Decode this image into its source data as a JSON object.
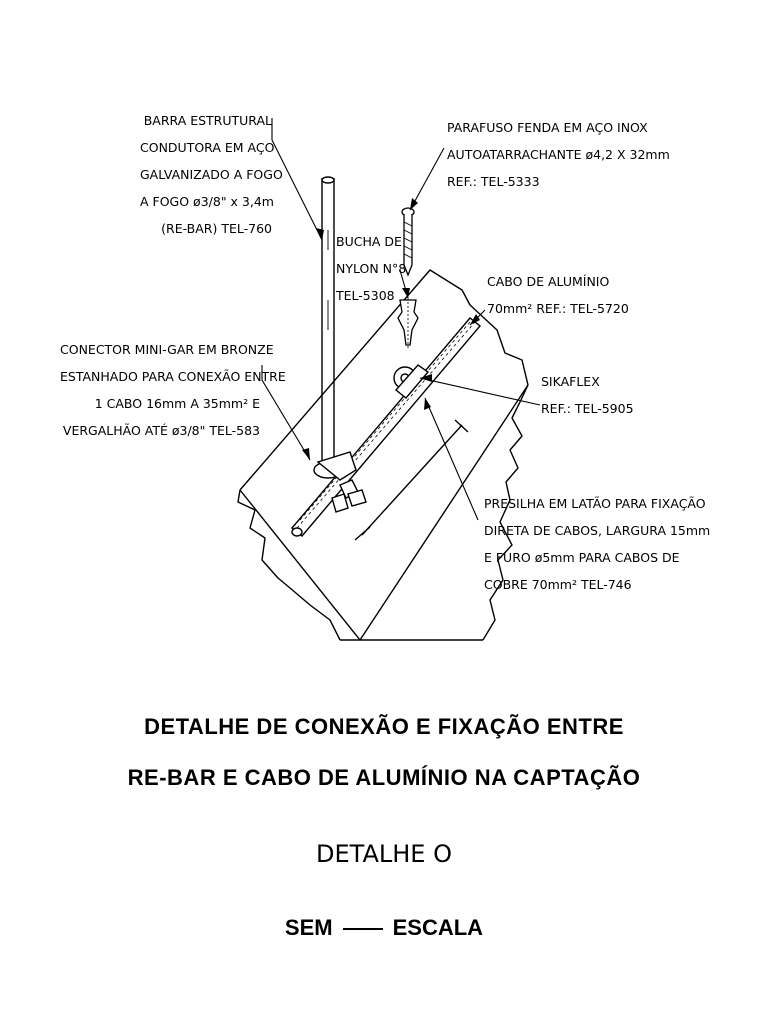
{
  "callouts": {
    "barra": [
      "BARRA ESTRUTURAL",
      "CONDUTORA EM AÇO",
      "GALVANIZADO A FOGO",
      "A FOGO ø3/8\" x 3,4m",
      "(RE-BAR) TEL-760"
    ],
    "parafuso": [
      "PARAFUSO FENDA EM AÇO INOX",
      "AUTOATARRACHANTE ø4,2 X 32mm",
      "REF.: TEL-5333"
    ],
    "bucha": [
      "BUCHA DE",
      "NYLON N°8",
      "TEL-5308"
    ],
    "cabo": [
      "CABO DE ALUMÍNIO",
      "70mm² REF.: TEL-5720"
    ],
    "conector": [
      "CONECTOR MINI-GAR EM BRONZE",
      "ESTANHADO PARA CONEXÃO ENTRE",
      "1 CABO 16mm A 35mm² E",
      "VERGALHÃO ATÉ ø3/8\" TEL-583"
    ],
    "sikaflex": [
      "SIKAFLEX",
      "REF.: TEL-5905"
    ],
    "presilha": [
      "PRESILHA EM LATÃO PARA FIXAÇÃO",
      "DIRETA DE CABOS, LARGURA 15mm",
      "E FURO ø5mm PARA CABOS DE",
      "COBRE 70mm² TEL-746"
    ]
  },
  "title": {
    "line1": "DETALHE DE CONEXÃO E FIXAÇÃO ENTRE",
    "line2": "RE-BAR E CABO DE ALUMÍNIO NA CAPTAÇÃO"
  },
  "detail": "DETALHE O",
  "scale": {
    "left": "SEM",
    "right": "ESCALA"
  }
}
